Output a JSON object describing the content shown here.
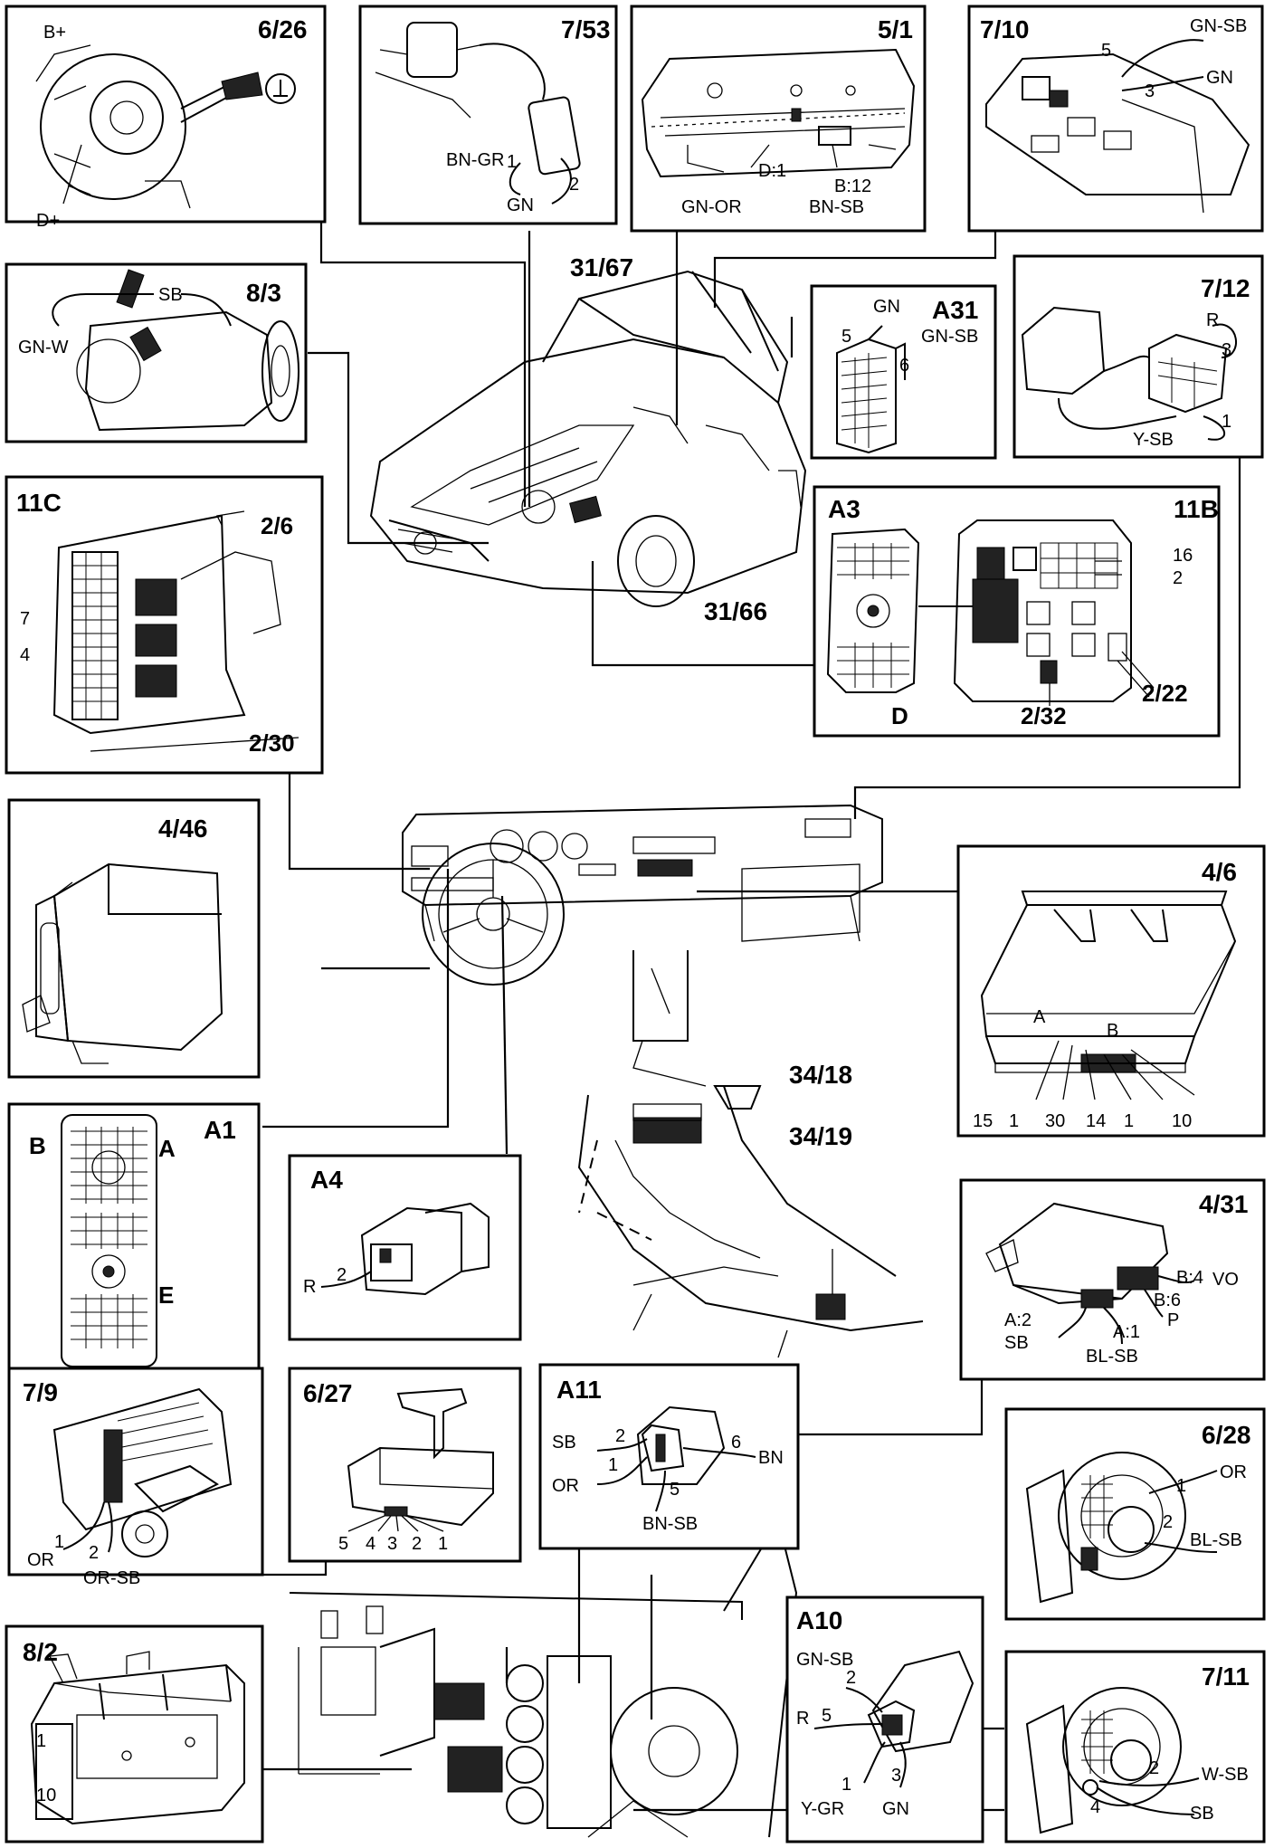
{
  "panels": {
    "p626": {
      "title": "6/26",
      "labels": [
        "B+",
        "D+"
      ]
    },
    "p753": {
      "title": "7/53",
      "labels": [
        "BN-GR",
        "1",
        "2",
        "GN"
      ]
    },
    "p51": {
      "title": "5/1",
      "labels": [
        "D:1",
        "B:12",
        "GN-OR",
        "BN-SB"
      ]
    },
    "p710": {
      "title": "7/10",
      "labels": [
        "5",
        "GN-SB",
        "GN",
        "3"
      ]
    },
    "p83": {
      "title": "8/3",
      "labels": [
        "SB",
        "GN-W"
      ]
    },
    "pA31": {
      "title": "A31",
      "labels": [
        "GN",
        "5",
        "GN-SB",
        "6"
      ]
    },
    "p712": {
      "title": "7/12",
      "labels": [
        "R",
        "3",
        "1",
        "Y-SB"
      ]
    },
    "p11C": {
      "title": "11C",
      "labels": [
        "2/6",
        "7",
        "4",
        "2/30"
      ]
    },
    "p11B": {
      "title": "11B",
      "labels": [
        "A3",
        "D",
        "16",
        "2",
        "2/22",
        "2/32"
      ]
    },
    "p446": {
      "title": "4/46",
      "labels": []
    },
    "p46": {
      "title": "4/6",
      "labels": [
        "A",
        "B",
        "15",
        "1",
        "30",
        "14",
        "1",
        "10"
      ]
    },
    "pA1": {
      "title": "A1",
      "labels": [
        "B",
        "A",
        "E"
      ]
    },
    "pA4": {
      "title": "A4",
      "labels": [
        "R",
        "2"
      ]
    },
    "p431": {
      "title": "4/31",
      "labels": [
        "B:4",
        "VO",
        "B:6",
        "P",
        "A:2",
        "SB",
        "A:1",
        "BL-SB"
      ]
    },
    "p79": {
      "title": "7/9",
      "labels": [
        "1",
        "OR",
        "2",
        "OR-SB"
      ]
    },
    "p627": {
      "title": "6/27",
      "labels": [
        "5",
        "4",
        "3",
        "2",
        "1"
      ]
    },
    "pA11": {
      "title": "A11",
      "labels": [
        "SB",
        "2",
        "1",
        "OR",
        "6",
        "BN",
        "5",
        "BN-SB"
      ]
    },
    "p628": {
      "title": "6/28",
      "labels": [
        "1",
        "OR",
        "2",
        "BL-SB"
      ]
    },
    "pA10": {
      "title": "A10",
      "labels": [
        "GN-SB",
        "2",
        "R",
        "5",
        "1",
        "3",
        "Y-GR",
        "GN"
      ]
    },
    "p711": {
      "title": "7/11",
      "labels": [
        "2",
        "W-SB",
        "4",
        "SB"
      ]
    },
    "p82": {
      "title": "8/2",
      "labels": [
        "1",
        "10"
      ]
    }
  },
  "floating_labels": {
    "ref_3167": "31/67",
    "ref_3166": "31/66",
    "ref_3418": "34/18",
    "ref_3419": "34/19"
  }
}
